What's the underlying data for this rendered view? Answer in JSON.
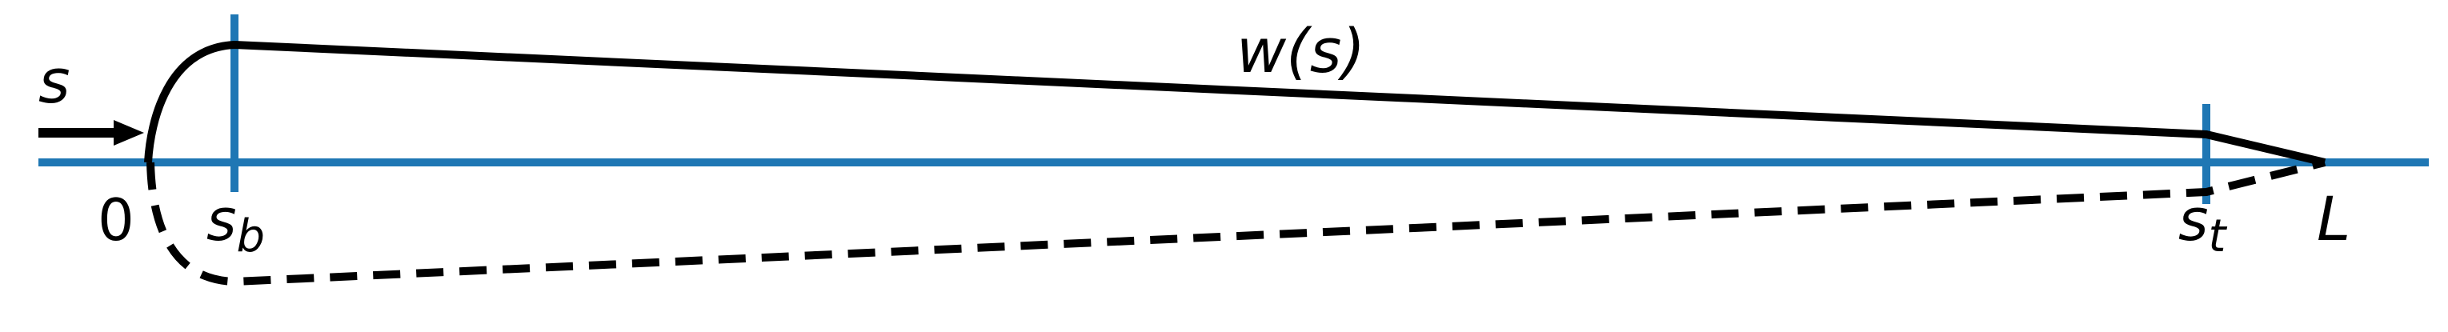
{
  "diagram": {
    "colors": {
      "axis": "#1f77b4",
      "outline": "#000000"
    },
    "labels": {
      "arc_variable": "s",
      "origin": "0",
      "s_base": "s",
      "s_base_sub": "b",
      "s_tip": "s",
      "s_tip_sub": "t",
      "length": "L",
      "width_func": "w(s)"
    },
    "elements": {
      "axis_line": "horizontal centerline",
      "upper_profile": "solid outline w(s)",
      "lower_profile": "dashed mirror outline",
      "direction_arrow": "arrow indicating s direction"
    }
  }
}
